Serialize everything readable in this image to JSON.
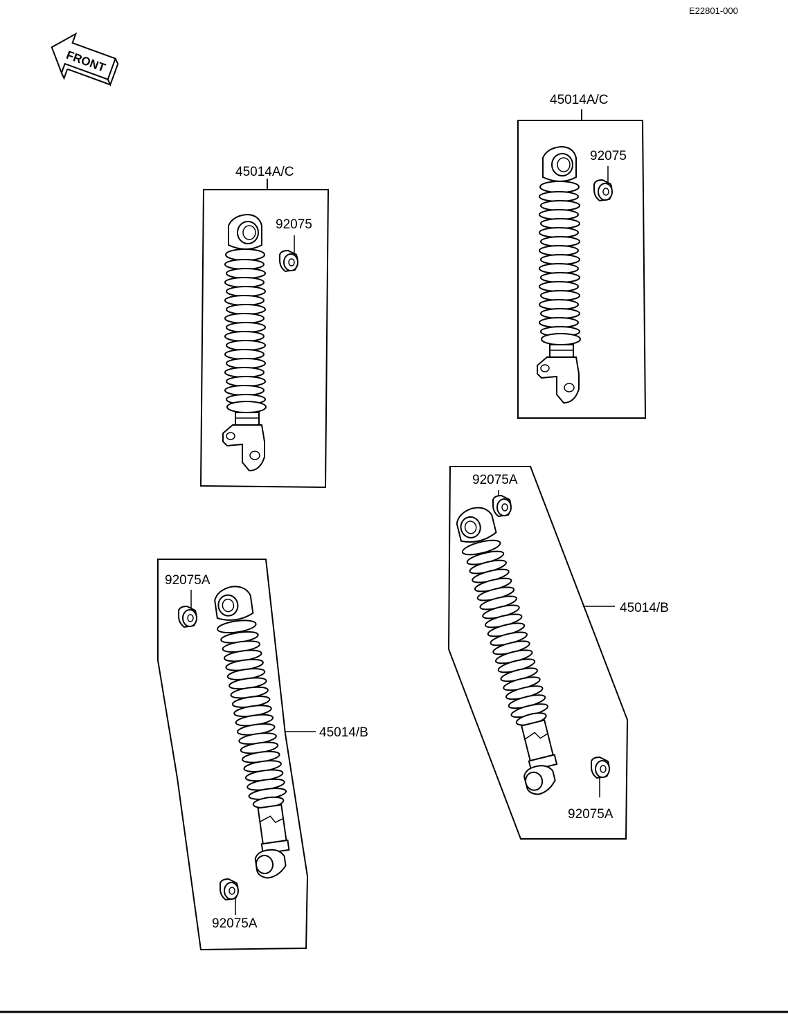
{
  "ref_code": "E22801-000",
  "front_arrow": {
    "label": "FRONT",
    "icon": "front-arrow-icon"
  },
  "groups": [
    {
      "id": "top-left",
      "shock": "45014A/C",
      "bushing_top": "92075"
    },
    {
      "id": "top-right",
      "shock": "45014A/C",
      "bushing_top": "92075"
    },
    {
      "id": "bottom-left",
      "shock": "45014/B",
      "bushing_top": "92075A",
      "bushing_bottom": "92075A"
    },
    {
      "id": "bottom-right",
      "shock": "45014/B",
      "bushing_top": "92075A",
      "bushing_bottom": "92075A"
    }
  ]
}
